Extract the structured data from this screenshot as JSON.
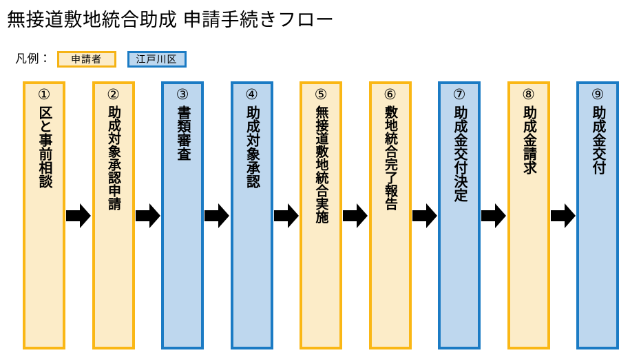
{
  "title": "無接道敷地統合助成 申請手続きフロー",
  "legend": {
    "label": "凡例：",
    "items": [
      {
        "text": "申請者",
        "actor": "applicant",
        "fill": "#fcecc8",
        "border": "#f5b315"
      },
      {
        "text": "江戸川区",
        "actor": "ward",
        "fill": "#bcd7ef",
        "border": "#1b7bc4"
      }
    ]
  },
  "colors": {
    "applicant_fill": "#fcecc8",
    "applicant_border": "#fab715",
    "ward_fill": "#bed7ee",
    "ward_border": "#1b7bc4",
    "arrow": "#000000",
    "text": "#000000",
    "background": "#ffffff"
  },
  "flow": {
    "arrow_count": 8,
    "steps": [
      {
        "number": "①",
        "label": "区と事前相談",
        "actor": "applicant"
      },
      {
        "number": "②",
        "label": "助成対象承認申請",
        "actor": "applicant"
      },
      {
        "number": "③",
        "label": "書類審査",
        "actor": "ward"
      },
      {
        "number": "④",
        "label": "助成対象承認",
        "actor": "ward"
      },
      {
        "number": "⑤",
        "label": "無接道敷地統合実施",
        "actor": "applicant"
      },
      {
        "number": "⑥",
        "label": "敷地統合完了報告",
        "actor": "applicant"
      },
      {
        "number": "⑦",
        "label": "助成金交付決定",
        "actor": "ward"
      },
      {
        "number": "⑧",
        "label": "助成金請求",
        "actor": "applicant"
      },
      {
        "number": "⑨",
        "label": "助成金交付",
        "actor": "ward"
      }
    ]
  }
}
